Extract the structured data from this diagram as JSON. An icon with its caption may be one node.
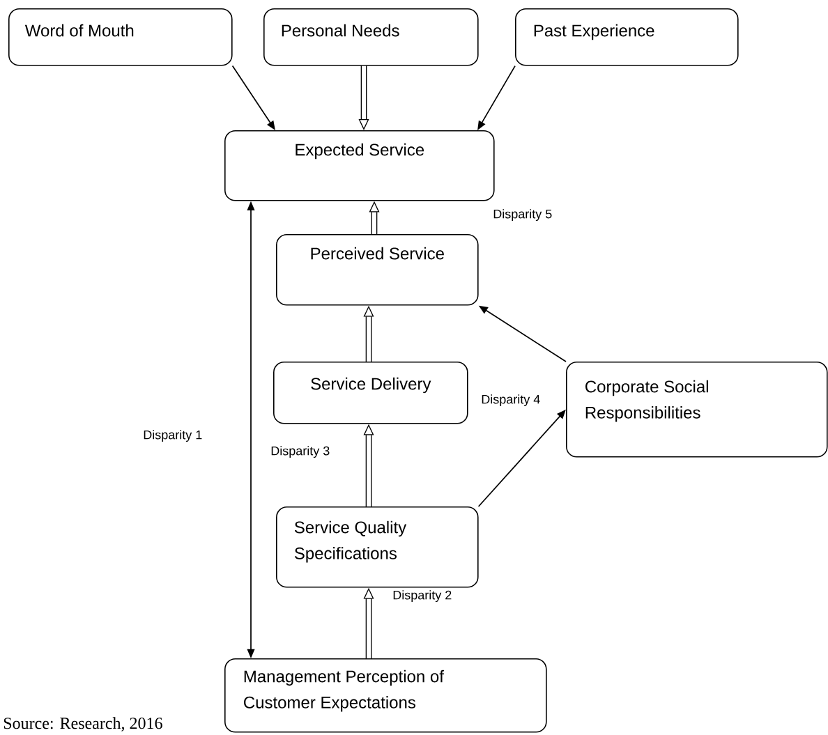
{
  "diagram": {
    "caption": "Source: Research, 2016",
    "nodes": [
      {
        "text": [
          "Word of Mouth"
        ]
      },
      {
        "text": [
          "Personal Needs"
        ]
      },
      {
        "text": [
          "Past Experience"
        ]
      },
      {
        "text": [
          "Expected Service"
        ]
      },
      {
        "text": [
          "Perceived Service"
        ]
      },
      {
        "text": [
          "Service Delivery"
        ]
      },
      {
        "text": [
          "Corporate Social Responsibilities"
        ]
      },
      {
        "text": [
          "Service Quality Specifications"
        ]
      },
      {
        "text": [
          "Management Perception of Customer Expectations"
        ]
      }
    ],
    "edges": [
      {
        "from": 0,
        "to": 3,
        "arrow": "to"
      },
      {
        "from": 1,
        "to": 3,
        "arrow": "to",
        "style": "thick"
      },
      {
        "from": 2,
        "to": 3,
        "arrow": "to"
      },
      {
        "from": 4,
        "to": 3,
        "arrow": "to",
        "style": "thick"
      },
      {
        "from": 5,
        "to": 4,
        "arrow": "to",
        "style": "thick"
      },
      {
        "from": 7,
        "to": 5,
        "arrow": "to",
        "style": "thick"
      },
      {
        "from": 8,
        "to": 7,
        "arrow": "to",
        "style": "thick"
      },
      {
        "from": 8,
        "to": 3,
        "arrow": "both"
      },
      {
        "from": 7,
        "to": 6,
        "arrow": "to"
      },
      {
        "from": 6,
        "to": 4,
        "arrow": "to"
      }
    ],
    "labels": [
      "Disparity 5",
      "Disparity 4",
      "Disparity 1",
      "Disparity 3",
      "Disparity 2"
    ]
  }
}
